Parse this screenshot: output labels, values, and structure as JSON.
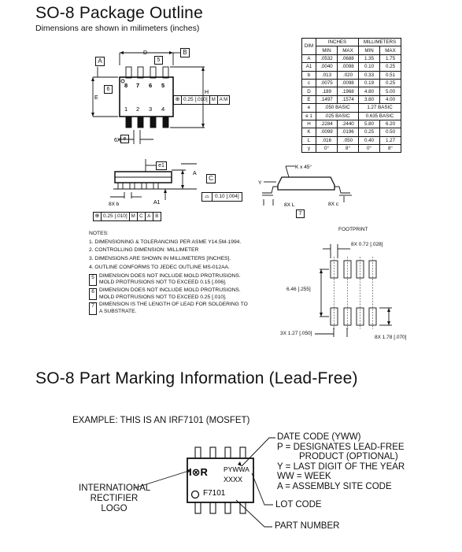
{
  "title": "SO-8  Package Outline",
  "subtitle": "Dimensions are shown in milimeters (inches)",
  "outline_labels": {
    "A": "A",
    "B": "B",
    "C": "C",
    "D": "D",
    "E": "E",
    "H": "H",
    "A1": "A1",
    "K": "K x 45°",
    "e": "e",
    "e1": "e1",
    "y": "Y",
    "L": "8X L",
    "c": "8X c",
    "b": "8X b",
    "six_x": "6X",
    "note5": "5",
    "note6": "6",
    "note7": "7",
    "pins_top": [
      "8",
      "7",
      "6",
      "5"
    ],
    "pins_bottom": [
      "1",
      "2",
      "3",
      "4"
    ],
    "fcf1": "0.25 [.010]",
    "fcf1_m": "M",
    "fcf1_ref": "A M",
    "fcf2": "0.10 [.004]",
    "fcf3": "0.25 [.010]",
    "fcf3_m": "M",
    "fcf3_refs": [
      "C",
      "A",
      "B"
    ]
  },
  "dimension_table": {
    "headers": [
      "DIM",
      "INCHES",
      "MILLIMETERS"
    ],
    "subheaders": [
      "MIN",
      "MAX",
      "MIN",
      "MAX"
    ],
    "rows": [
      {
        "dim": "A",
        "vals": [
          ".0532",
          ".0688",
          "1.35",
          "1.75"
        ]
      },
      {
        "dim": "A1",
        "vals": [
          ".0040",
          ".0098",
          "0.10",
          "0.25"
        ]
      },
      {
        "dim": "b",
        "vals": [
          ".013",
          ".020",
          "0.33",
          "0.51"
        ]
      },
      {
        "dim": "c",
        "vals": [
          ".0075",
          ".0098",
          "0.19",
          "0.25"
        ]
      },
      {
        "dim": "D",
        "vals": [
          ".189",
          ".1968",
          "4.80",
          "5.00"
        ]
      },
      {
        "dim": "E",
        "vals": [
          ".1497",
          ".1574",
          "3.80",
          "4.00"
        ]
      },
      {
        "dim": "e",
        "span": [
          ".050 BASIC",
          "1.27 BASIC"
        ]
      },
      {
        "dim": "e 1",
        "span": [
          ".025 BASIC",
          "0.635 BASIC"
        ]
      },
      {
        "dim": "H",
        "vals": [
          ".2284",
          ".2440",
          "5.80",
          "6.20"
        ]
      },
      {
        "dim": "K",
        "vals": [
          ".0099",
          ".0196",
          "0.25",
          "0.50"
        ]
      },
      {
        "dim": "L",
        "vals": [
          ".016",
          ".050",
          "0.40",
          "1.27"
        ]
      },
      {
        "dim": "y",
        "vals": [
          "0°",
          "8°",
          "0°",
          "8°"
        ]
      }
    ]
  },
  "notes": {
    "heading": "NOTES:",
    "items": [
      "1.  DIMENSIONING & TOLERANCING PER ASME Y14.5M-1994.",
      "2.  CONTROLLING DIMENSION: MILLIMETER",
      "3.  DIMENSIONS ARE SHOWN IN MILLIMETERS [INCHES].",
      "4.  OUTLINE CONFORMS TO JEDEC OUTLINE MS-012AA."
    ],
    "boxed": [
      {
        "num": "5",
        "lines": [
          "DIMENSION DOES NOT INCLUDE MOLD PROTRUSIONS.",
          "MOLD PROTRUSIONS NOT TO EXCEED 0.15 [.006]."
        ]
      },
      {
        "num": "6",
        "lines": [
          "DIMENSION DOES NOT INCLUDE MOLD PROTRUSIONS.",
          "MOLD PROTRUSIONS NOT TO EXCEED 0.25 [.010]."
        ]
      },
      {
        "num": "7",
        "lines": [
          "DIMENSION IS THE LENGTH OF LEAD FOR SOLDERING TO",
          "A SUBSTRATE."
        ]
      }
    ]
  },
  "footprint": {
    "title": "FOOTPRINT",
    "pad_width": "8X 0.72 [.028]",
    "height": "6.46 [.255]",
    "pitch": "3X 1.27 [.050]",
    "pad_length": "8X 1.78 [.070]"
  },
  "marking": {
    "title": "SO-8 Part Marking Information (Lead-Free)",
    "example": "EXAMPLE: THIS IS AN IRF7101 (MOSFET)",
    "logo_text": "I⊗R",
    "date_code_text": "PYWWA",
    "lot_text": "XXXX",
    "part_text": "F7101",
    "callout_logo": [
      "INTERNATIONAL",
      "RECTIFIER",
      "LOGO"
    ],
    "callout_date": [
      "DATE CODE (YWW)",
      "P =  DESIGNATES LEAD-FREE",
      "PRODUCT (OPTIONAL)",
      "Y =  LAST DIGIT OF THE YEAR",
      "WW =  WEEK",
      "A =  ASSEMBLY SITE CODE"
    ],
    "callout_lot": "LOT CODE",
    "callout_part": "PART NUMBER"
  }
}
